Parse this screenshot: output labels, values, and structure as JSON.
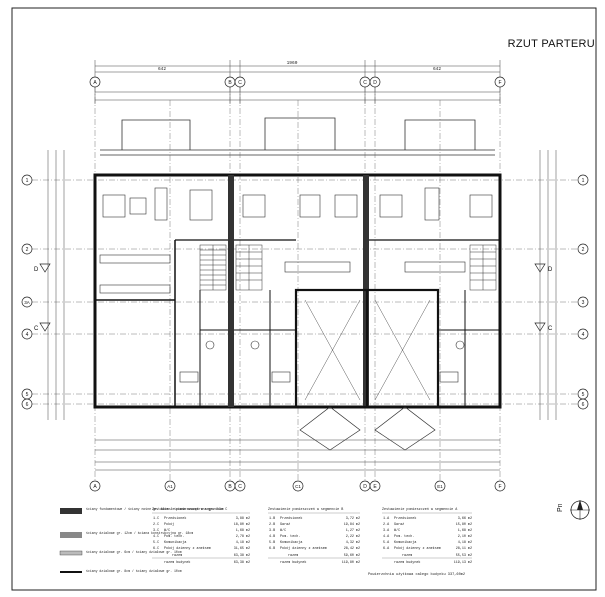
{
  "sheet": {
    "title": "RZUT PARTERU",
    "north_label": "Pn"
  },
  "axes": {
    "vertical": [
      "A",
      "B",
      "C",
      "C",
      "D",
      "E",
      "F"
    ],
    "vertical_bottom": [
      "A",
      "A1",
      "B",
      "C1",
      "D",
      "E1",
      "F"
    ],
    "horizontal": [
      "1",
      "2",
      "3",
      "4",
      "5",
      "6"
    ],
    "horizontal_extra": "3A"
  },
  "section_marks": [
    "D",
    "D",
    "C",
    "C"
  ],
  "dimensions": {
    "total_width": "1960",
    "segment_left": "642",
    "segment_right": "642"
  },
  "legend": {
    "items": [
      {
        "text": "ściany fundamentowe / ściany nośne gr. 18cm / ściana zewnętrzna gr. 24cm"
      },
      {
        "text": "ściany działowe gr. 12cm / ściana konstrukcyjna gr. 18cm"
      },
      {
        "text": "ściany działowe gr. 6cm / ściany działowe gr. 10cm"
      },
      {
        "text": "ściany działowe gr. 8cm / ściany działowe gr. 10cm"
      }
    ]
  },
  "tables": [
    {
      "title": "Zestawienie pomieszczeń w segmencie C",
      "rows": [
        [
          "1.C",
          "Przedsionek",
          "3,88 m2"
        ],
        [
          "2.C",
          "Pokój",
          "18,80 m2"
        ],
        [
          "3.C",
          "W/C",
          "1,68 m2"
        ],
        [
          "4.C",
          "Pom. tech.",
          "2,78 m2"
        ],
        [
          "5.C",
          "Komunikacja",
          "4,18 m2"
        ],
        [
          "6.C",
          "Pokój dzienny z aneksem",
          "31,65 m2"
        ]
      ],
      "sum_label": "razem",
      "sum": "63,38 m2",
      "sum2_label": "razem budynek",
      "sum2": "63,38 m2"
    },
    {
      "title": "Zestawienie pomieszczeń w segmencie B",
      "rows": [
        [
          "1.B",
          "Przedsionek",
          "3,72 m2"
        ],
        [
          "2.B",
          "Garaż",
          "19,84 m2"
        ],
        [
          "3.B",
          "W/C",
          "1,27 m2"
        ],
        [
          "4.B",
          "Pom. tech.",
          "2,22 m2"
        ],
        [
          "5.B",
          "Komunikacja",
          "4,32 m2"
        ],
        [
          "6.B",
          "Pokój dzienny z aneksem",
          "28,42 m2"
        ]
      ],
      "sum_label": "razem",
      "sum": "59,60 m2",
      "sum2_label": "razem budynek",
      "sum2": "119,80 m2"
    },
    {
      "title": "Zestawienie pomieszczeń w segmencie A",
      "rows": [
        [
          "1.A",
          "Przedsionek",
          "3,66 m2"
        ],
        [
          "2.A",
          "Garaż",
          "15,80 m2"
        ],
        [
          "3.A",
          "W/C",
          "1,68 m2"
        ],
        [
          "4.A",
          "Pom. tech.",
          "2,10 m2"
        ],
        [
          "5.A",
          "Komunikacja",
          "4,18 m2"
        ],
        [
          "6.A",
          "Pokój dzienny z aneksem",
          "28,11 m2"
        ]
      ],
      "sum_label": "razem",
      "sum": "55,53 m2",
      "sum2_label": "razem budynek",
      "sum2": "119,13 m2"
    }
  ],
  "footer_total": "Powierzchnia użytkowa całego budynku 337,60m2"
}
